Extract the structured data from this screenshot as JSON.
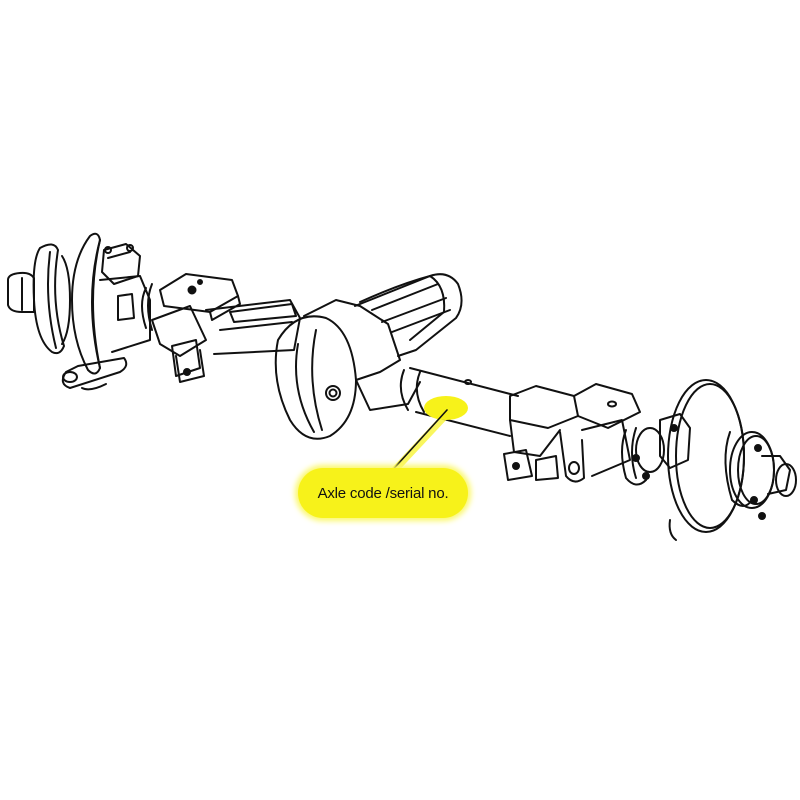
{
  "diagram": {
    "subject": "Rear axle assembly (isometric line drawing)",
    "callout": {
      "label": "Axle code /serial no.",
      "highlight_color": "#f7f21a",
      "target": "axle tube, right of differential housing"
    },
    "components": [
      {
        "name": "left-brake-disc-hub"
      },
      {
        "name": "left-spring-mount-bracket"
      },
      {
        "name": "differential-housing"
      },
      {
        "name": "axle-tube"
      },
      {
        "name": "right-spring-mount-bracket"
      },
      {
        "name": "right-brake-disc-hub"
      }
    ]
  }
}
